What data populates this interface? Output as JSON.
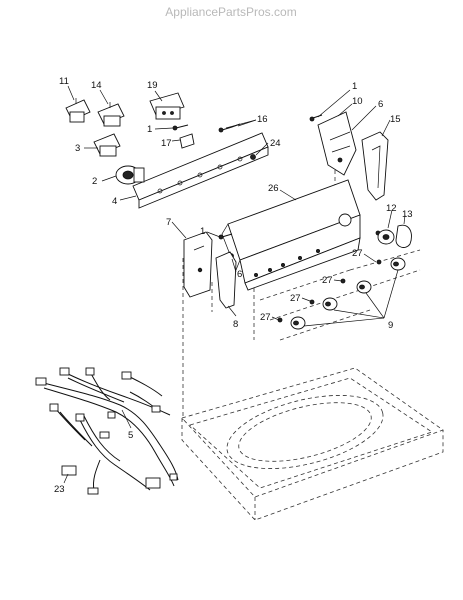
{
  "watermark": "AppliancePartsPros.com",
  "callouts": {
    "c11": "11",
    "c14": "14",
    "c19": "19",
    "c1a": "1",
    "c10": "10",
    "c6a": "6",
    "c15": "15",
    "c16": "16",
    "c1b": "1",
    "c17": "17",
    "c24": "24",
    "c3": "3",
    "c2": "2",
    "c4": "4",
    "c26": "26",
    "c12": "12",
    "c13": "13",
    "c7": "7",
    "c1c": "1",
    "c6b": "6",
    "c27a": "27",
    "c27b": "27",
    "c27c": "27",
    "c27d": "27",
    "c9": "9",
    "c8": "8",
    "c5": "5",
    "c23": "23"
  }
}
